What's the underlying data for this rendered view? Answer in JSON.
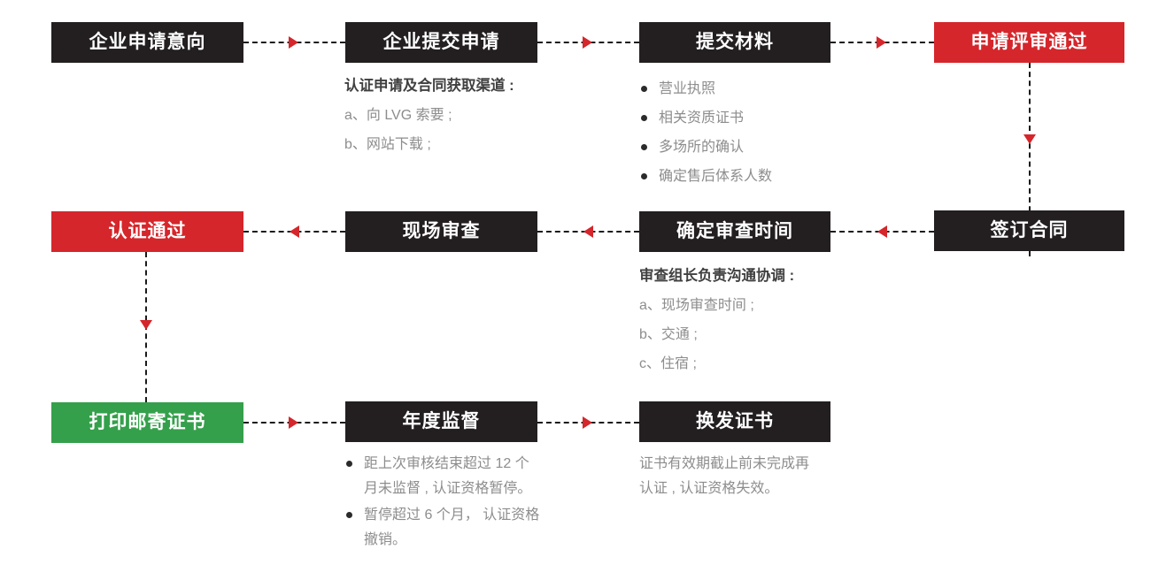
{
  "flow": {
    "row1": {
      "s1": "企业申请意向",
      "s2": "企业提交申请",
      "s3": "提交材料",
      "s4": "申请评审通过"
    },
    "row2": {
      "s1": "认证通过",
      "s2": "现场审查",
      "s3": "确定审查时间",
      "s4": "签订合同"
    },
    "row3": {
      "s1": "打印邮寄证书",
      "s2": "年度监督",
      "s3": "换发证书"
    }
  },
  "notes": {
    "channels": {
      "heading": "认证申请及合同获取渠道 :",
      "a": "a、向 LVG 索要 ;",
      "b": "b、网站下载 ;"
    },
    "materials": {
      "i1": "营业执照",
      "i2": "相关资质证书",
      "i3": "多场所的确认",
      "i4": "确定售后体系人数"
    },
    "coordination": {
      "heading": "审查组长负责沟通协调 :",
      "a": "a、现场审查时间 ;",
      "b": "b、交通 ;",
      "c": "c、住宿 ;"
    },
    "supervision": {
      "i1l1": "距上次审核结束超过 12 个",
      "i1l2": "月未监督 , 认证资格暂停。",
      "i2l1": "暂停超过 6 个月， 认证资格",
      "i2l2": "撤销。"
    },
    "renewal": {
      "l1": "证书有效期截止前未完成再",
      "l2": "认证 , 认证资格失效。"
    }
  },
  "colors": {
    "step_black": "#231f20",
    "step_red": "#d5262b",
    "step_green": "#34a04b",
    "arrow_red": "#d5262b",
    "heading_text": "#404040",
    "body_text": "#8d8d8d"
  }
}
